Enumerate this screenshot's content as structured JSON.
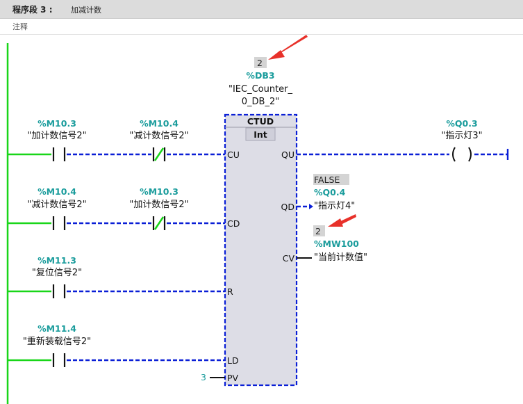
{
  "network": {
    "title": "程序段 3 :",
    "name": "加减计数",
    "comment_label": "注释"
  },
  "instance": {
    "monitor_value": "2",
    "address": "%DB3",
    "name_line1": "\"IEC_Counter_",
    "name_line2": "0_DB_2\""
  },
  "block": {
    "type": "CTUD",
    "data_type": "Int",
    "pins": {
      "cu": "CU",
      "cd": "CD",
      "r": "R",
      "ld": "LD",
      "pv": "PV",
      "qu": "QU",
      "qd": "QD",
      "cv": "CV"
    },
    "pv_value": "3"
  },
  "contacts": [
    {
      "address": "%M10.3",
      "symbol": "\"加计数信号2\"",
      "type": "NO"
    },
    {
      "address": "%M10.4",
      "symbol": "\"减计数信号2\"",
      "type": "NC"
    },
    {
      "address": "%M10.4",
      "symbol": "\"减计数信号2\"",
      "type": "NO"
    },
    {
      "address": "%M10.3",
      "symbol": "\"加计数信号2\"",
      "type": "NC"
    },
    {
      "address": "%M11.3",
      "symbol": "\"复位信号2\"",
      "type": "NO"
    },
    {
      "address": "%M11.4",
      "symbol": "\"重新装载信号2\"",
      "type": "NO"
    }
  ],
  "outputs": {
    "qu": {
      "address": "%Q0.3",
      "symbol": "\"指示灯3\""
    },
    "qd": {
      "monitor_value": "FALSE",
      "address": "%Q0.4",
      "symbol": "\"指示灯4\""
    },
    "cv": {
      "monitor_value": "2",
      "address": "%MW100",
      "symbol": "\"当前计数值\""
    }
  },
  "colors": {
    "power_flow": "#19d619",
    "no_flow": "#0a1fd6",
    "address_text": "#1a9c9c",
    "block_fill": "#dddde6",
    "annotation_arrow": "#e8312a"
  }
}
